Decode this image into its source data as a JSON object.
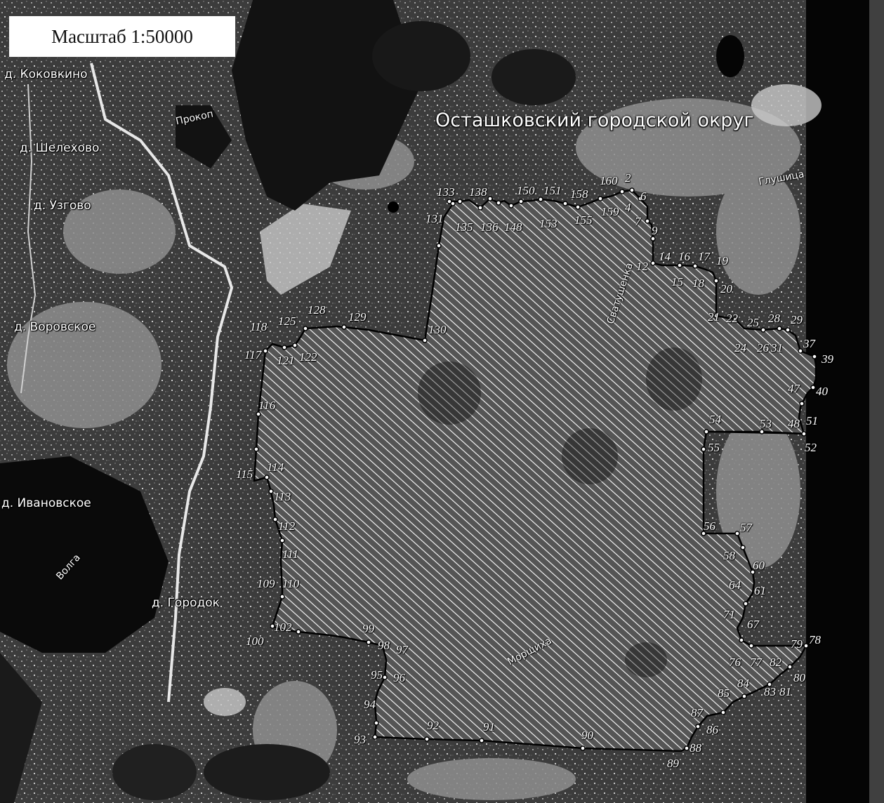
{
  "scale_label": "Масштаб 1:50000",
  "region_label": "Осташковский городской округ",
  "settlements": {
    "kokovkino": "д. Коковкино",
    "shelehovo": "д. Шелехово",
    "uzgovo": "д. Узгово",
    "vorovskoe": "д. Воровское",
    "ivanovskoe": "д. Ивановское",
    "gorodok": "д. Городок"
  },
  "water": {
    "prokop": "Прокоп",
    "glushitsa": "Глушица",
    "svatushenka": "Сватушенка",
    "volga": "Волга",
    "morshchikha": "Морщиха"
  },
  "colors": {
    "boundary": "#000000",
    "hatch": "#ffffff",
    "background": "#3a3a3a",
    "black_strip": "#050505"
  },
  "points": {
    "p2": "2",
    "p4": "4",
    "p6": "6",
    "p7": "7",
    "p9": "9",
    "p12": "12",
    "p14": "14",
    "p15": "15",
    "p16": "16",
    "p17": "17",
    "p18": "18",
    "p19": "19",
    "p20": "20",
    "p21": "21",
    "p22": "22",
    "p24": "24",
    "p25": "25",
    "p26": "26",
    "p28": "28",
    "p29": "29",
    "p31": "31",
    "p37": "37",
    "p39": "39",
    "p40": "40",
    "p47": "47",
    "p48": "48",
    "p51": "51",
    "p52": "52",
    "p53": "53",
    "p54": "54",
    "p55": "55",
    "p56": "56",
    "p57": "57",
    "p58": "58",
    "p60": "60",
    "p61": "61",
    "p64": "64",
    "p67": "67",
    "p71": "71",
    "p76": "76",
    "p77": "77",
    "p78": "78",
    "p79": "79",
    "p80": "80",
    "p81": "81",
    "p82": "82",
    "p83": "83",
    "p84": "84",
    "p85": "85",
    "p86": "86",
    "p87": "87",
    "p88": "88",
    "p89": "89",
    "p90": "90",
    "p91": "91",
    "p92": "92",
    "p93": "93",
    "p94": "94",
    "p95": "95",
    "p96": "96",
    "p97": "97",
    "p98": "98",
    "p99": "99",
    "p100": "100",
    "p102": "102",
    "p109": "109",
    "p110": "110",
    "p111": "111",
    "p112": "112",
    "p113": "113",
    "p114": "114",
    "p115": "115",
    "p116": "116",
    "p117": "117",
    "p118": "118",
    "p121": "121",
    "p122": "122",
    "p125": "125",
    "p128": "128",
    "p129": "129",
    "p130": "130",
    "p131": "131",
    "p133": "133",
    "p135": "135",
    "p136": "136",
    "p138": "138",
    "p148": "148",
    "p150": "150",
    "p151": "151",
    "p153": "153",
    "p155": "155",
    "p158": "158",
    "p159": "159",
    "p160": "160"
  }
}
